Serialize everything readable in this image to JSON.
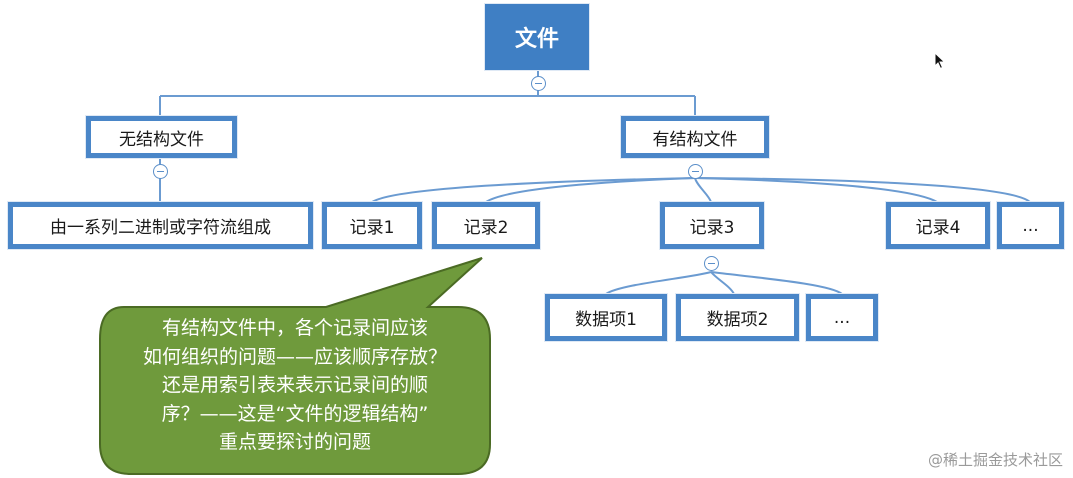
{
  "tree": {
    "root": "文件",
    "unstructured": {
      "label": "无结构文件",
      "child": "由一系列二进制或字符流组成"
    },
    "structured": {
      "label": "有结构文件",
      "records": [
        "记录1",
        "记录2",
        "记录3",
        "记录4",
        "..."
      ],
      "record3_items": [
        "数据项1",
        "数据项2",
        "..."
      ]
    }
  },
  "callout": {
    "lines": [
      "有结构文件中，各个记录间应该",
      "如何组织的问题——应该顺序存放？",
      "还是用索引表来表示记录间的顺",
      "序？——这是“文件的逻辑结构”",
      "重点要探讨的问题"
    ]
  },
  "watermark": "@稀土掘金技术社区",
  "colors": {
    "node_border": "#4a86c8",
    "root_fill": "#3f7fc4",
    "connector": "#6b9bd1",
    "callout_fill": "#6f9a3c",
    "callout_border": "#4b6b24"
  }
}
